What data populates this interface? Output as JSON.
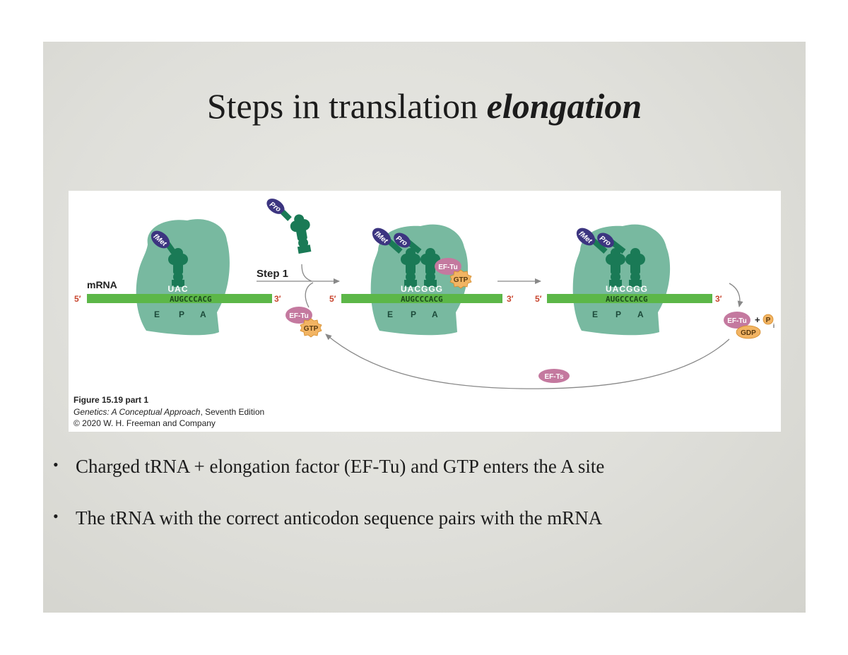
{
  "slide": {
    "title_plain": "Steps in translation ",
    "title_emph": "elongation"
  },
  "figure": {
    "labels": {
      "mrna": "mRNA",
      "five_prime": "5′",
      "three_prime": "3′",
      "step1": "Step 1",
      "site_e": "E",
      "site_p": "P",
      "site_a": "A",
      "fmet": "fMet",
      "pro": "Pro",
      "ggg": "GGG",
      "uac": "UAC",
      "uacggg": "UACGGG",
      "codons": "AUGCCCACG",
      "ef_tu": "EF-Tu",
      "gtp": "GTP",
      "gdp": "GDP",
      "ef_ts": "EF-Ts",
      "plus": "+",
      "pi": "P",
      "pi_sub": "i"
    },
    "caption": {
      "title": "Figure 15.19 part 1",
      "book_italic": "Genetics: A Conceptual Approach",
      "book_rest": ", Seventh Edition",
      "copyright": "© 2020 W. H. Freeman and Company"
    },
    "colors": {
      "ribosome": "#78b9a0",
      "trna": "#1a7a56",
      "mrna": "#5cb748",
      "ef_tu": "#c4799f",
      "gtp": "#f2b463",
      "amino_acid": "#3c3580",
      "prime_label": "#c8452e"
    }
  },
  "bullets": [
    "Charged tRNA + elongation factor (EF-Tu) and GTP enters the A site",
    "The tRNA with the correct anticodon sequence pairs with the mRNA"
  ]
}
